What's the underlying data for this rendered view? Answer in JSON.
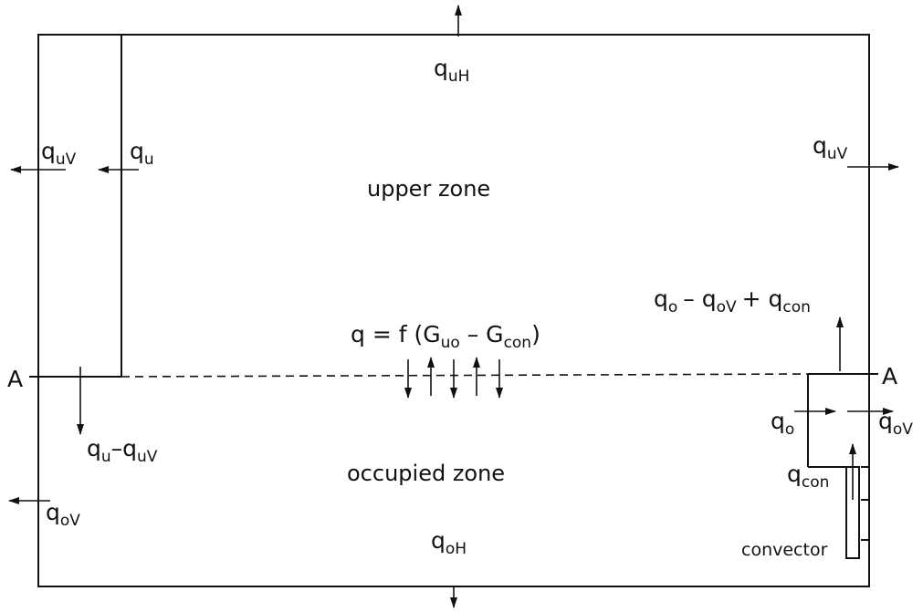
{
  "zones": {
    "upper": "upper zone",
    "occupied": "occupied zone"
  },
  "section_marker": "A",
  "heat_flows": {
    "q_uH": {
      "base": "q",
      "sub": "uH"
    },
    "q_uV_left": {
      "base": "q",
      "sub": "uV"
    },
    "q_u": {
      "base": "q",
      "sub": "u"
    },
    "q_uV_right": {
      "base": "q",
      "sub": "uV"
    },
    "q_u_minus": {
      "base1": "q",
      "sub1": "u",
      "op": "–",
      "base2": "q",
      "sub2": "uV"
    },
    "q_oV_left": {
      "base": "q",
      "sub": "oV"
    },
    "q_oH": {
      "base": "q",
      "sub": "oH"
    },
    "q_o": {
      "base": "q",
      "sub": "o"
    },
    "q_oV_right": {
      "base": "q",
      "sub": "oV"
    },
    "q_con": {
      "base": "q",
      "sub": "con"
    },
    "q_top_right": {
      "base1": "q",
      "sub1": "o",
      "op1": "– q",
      "sub2": "oV",
      "op2": "+ q",
      "sub3": "con"
    },
    "exchange": {
      "lhs": "q = f (G",
      "sub1": "uo",
      "mid": " – G",
      "sub2": "con",
      "rhs": ")"
    }
  },
  "convector_label": "convector"
}
